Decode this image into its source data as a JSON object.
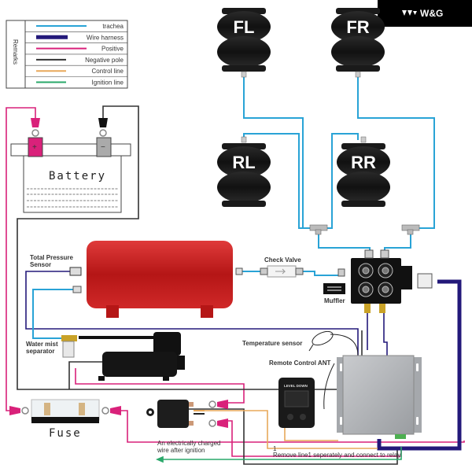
{
  "brand": {
    "logo_text": "W&G",
    "logo_icon": "triple-triangle-logo"
  },
  "legend": {
    "title": "Remarks",
    "items": [
      {
        "label": "trachea",
        "color": "#29a3d6"
      },
      {
        "label": "Wire harness",
        "color": "#23197a"
      },
      {
        "label": "Positive",
        "color": "#d9217a"
      },
      {
        "label": "Negative pole",
        "color": "#333333"
      },
      {
        "label": "Control line",
        "color": "#e8a85a"
      },
      {
        "label": "Ignition line",
        "color": "#2aa86a"
      }
    ]
  },
  "components": {
    "battery": {
      "label": "Battery",
      "positive_symbol": "+",
      "negative_symbol": "−"
    },
    "air_bags": [
      {
        "label": "FL"
      },
      {
        "label": "FR"
      },
      {
        "label": "RL"
      },
      {
        "label": "RR"
      }
    ],
    "tank_sensor": "Total Pressure Sensor",
    "check_valve": "Check Valve",
    "muffler": "Muffler",
    "water_separator": "Water mist separator",
    "temperature_sensor": "Temperature sensor",
    "remote_ant": "Remote Control ANT",
    "remote_screen": "LEVEL DOWN",
    "fuse": "Fuse",
    "ignition_note": "An electrically charged wire after ignition",
    "relay_note_number": "1",
    "relay_note": "Remove line1 seperately and connect to relay"
  },
  "colors": {
    "trachea": "#29a3d6",
    "harness": "#23197a",
    "positive": "#d9217a",
    "negative": "#333333",
    "control": "#e8a85a",
    "ignition": "#2aa86a",
    "tank": "#c91f1f"
  }
}
